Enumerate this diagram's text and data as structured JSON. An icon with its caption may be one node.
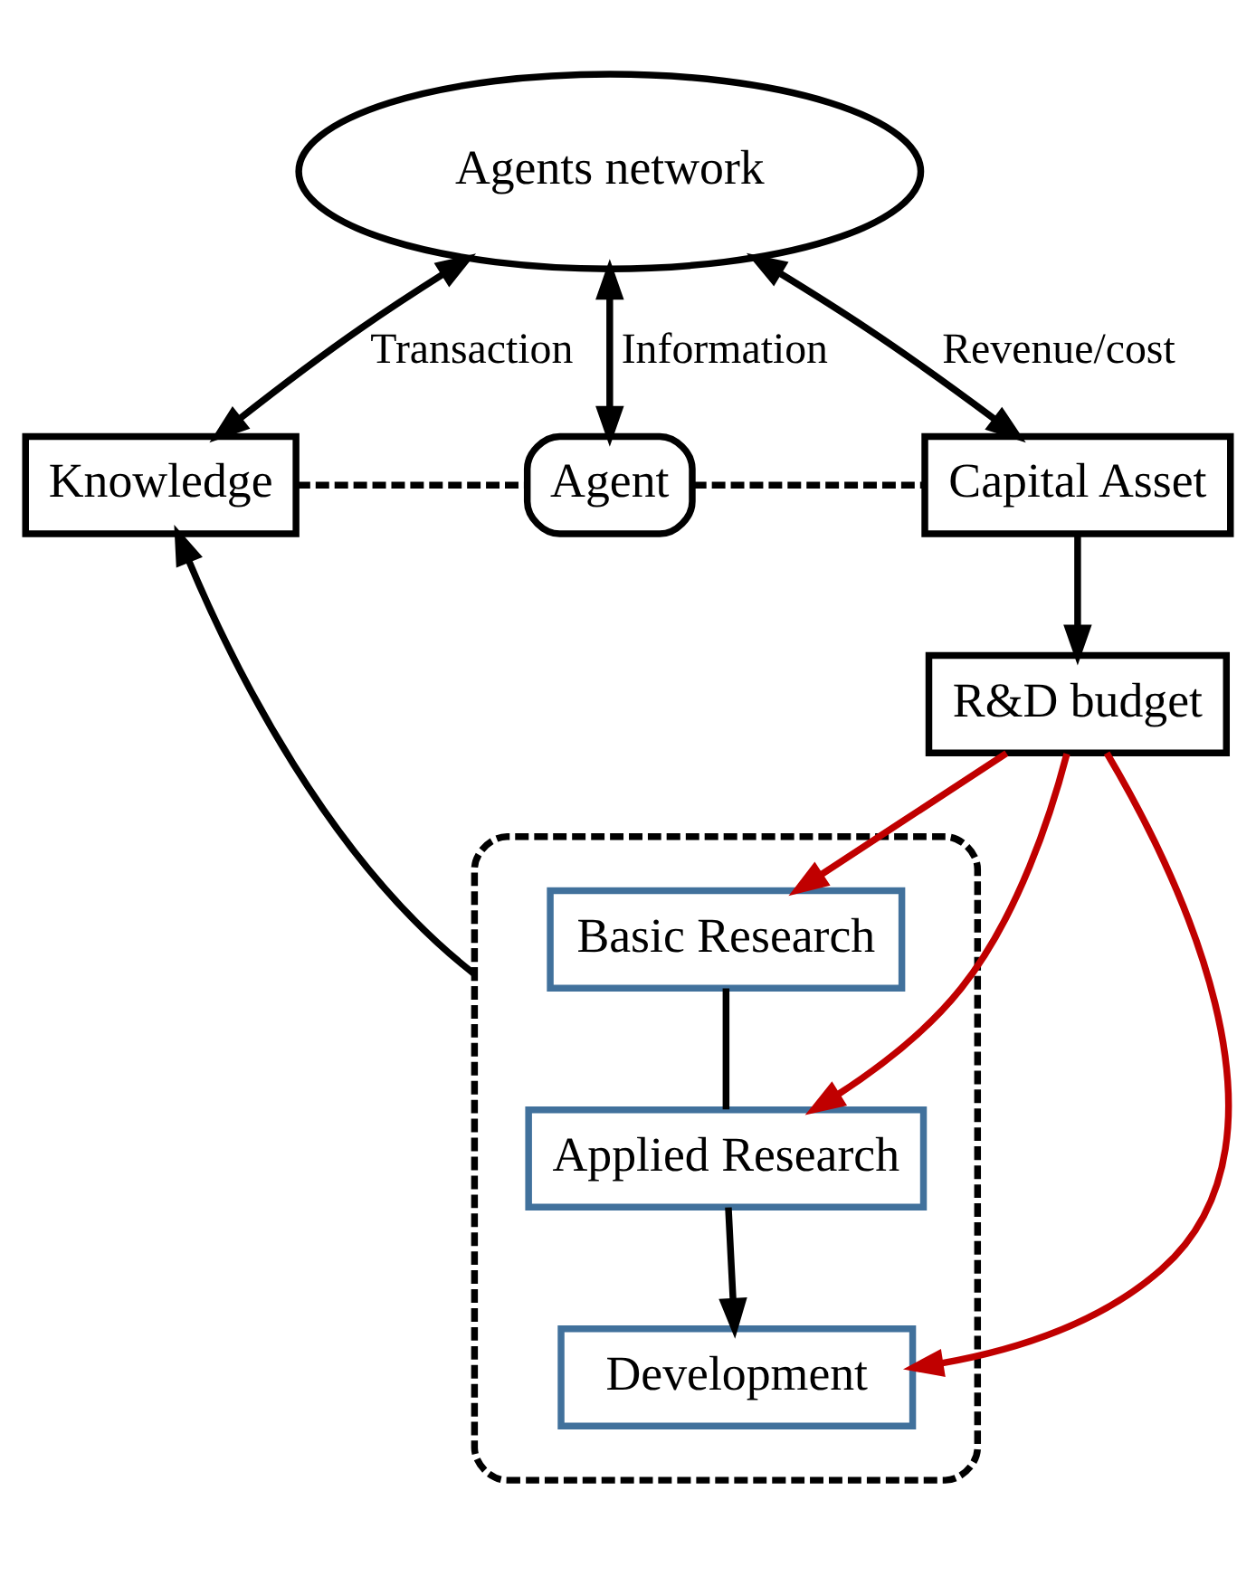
{
  "diagram": {
    "nodes": [
      {
        "text": [
          "Agents network"
        ]
      },
      {
        "text": [
          "Knowledge"
        ]
      },
      {
        "text": [
          "Agent"
        ]
      },
      {
        "text": [
          "Capital Asset"
        ]
      },
      {
        "text": [
          "R&D budget"
        ]
      },
      {
        "text": [],
        "shape": "box"
      },
      {
        "text": [
          "Basic Research"
        ],
        "in": 5
      },
      {
        "text": [
          "Applied Research"
        ],
        "in": 5
      },
      {
        "text": [
          "Development"
        ],
        "in": 5
      }
    ],
    "edges": [
      {
        "from": 0,
        "to": 1,
        "arrow": "both",
        "label": "Transaction"
      },
      {
        "from": 0,
        "to": 2,
        "arrow": "both",
        "label": "Information"
      },
      {
        "from": 0,
        "to": 3,
        "arrow": "both",
        "label": "Revenue/cost"
      },
      {
        "from": 1,
        "to": 2,
        "arrow": "none",
        "style": "dashed"
      },
      {
        "from": 2,
        "to": 3,
        "arrow": "none",
        "style": "dashed"
      },
      {
        "from": 3,
        "to": 4,
        "arrow": "to"
      },
      {
        "from": 4,
        "to": 6,
        "arrow": "to",
        "color": "#c00000"
      },
      {
        "from": 4,
        "to": 7,
        "arrow": "to",
        "color": "#c00000"
      },
      {
        "from": 4,
        "to": 8,
        "arrow": "to",
        "color": "#c00000"
      },
      {
        "from": 6,
        "to": 7,
        "arrow": "none"
      },
      {
        "from": 7,
        "to": 8,
        "arrow": "to"
      },
      {
        "from": 5,
        "to": 1,
        "arrow": "to"
      }
    ]
  }
}
